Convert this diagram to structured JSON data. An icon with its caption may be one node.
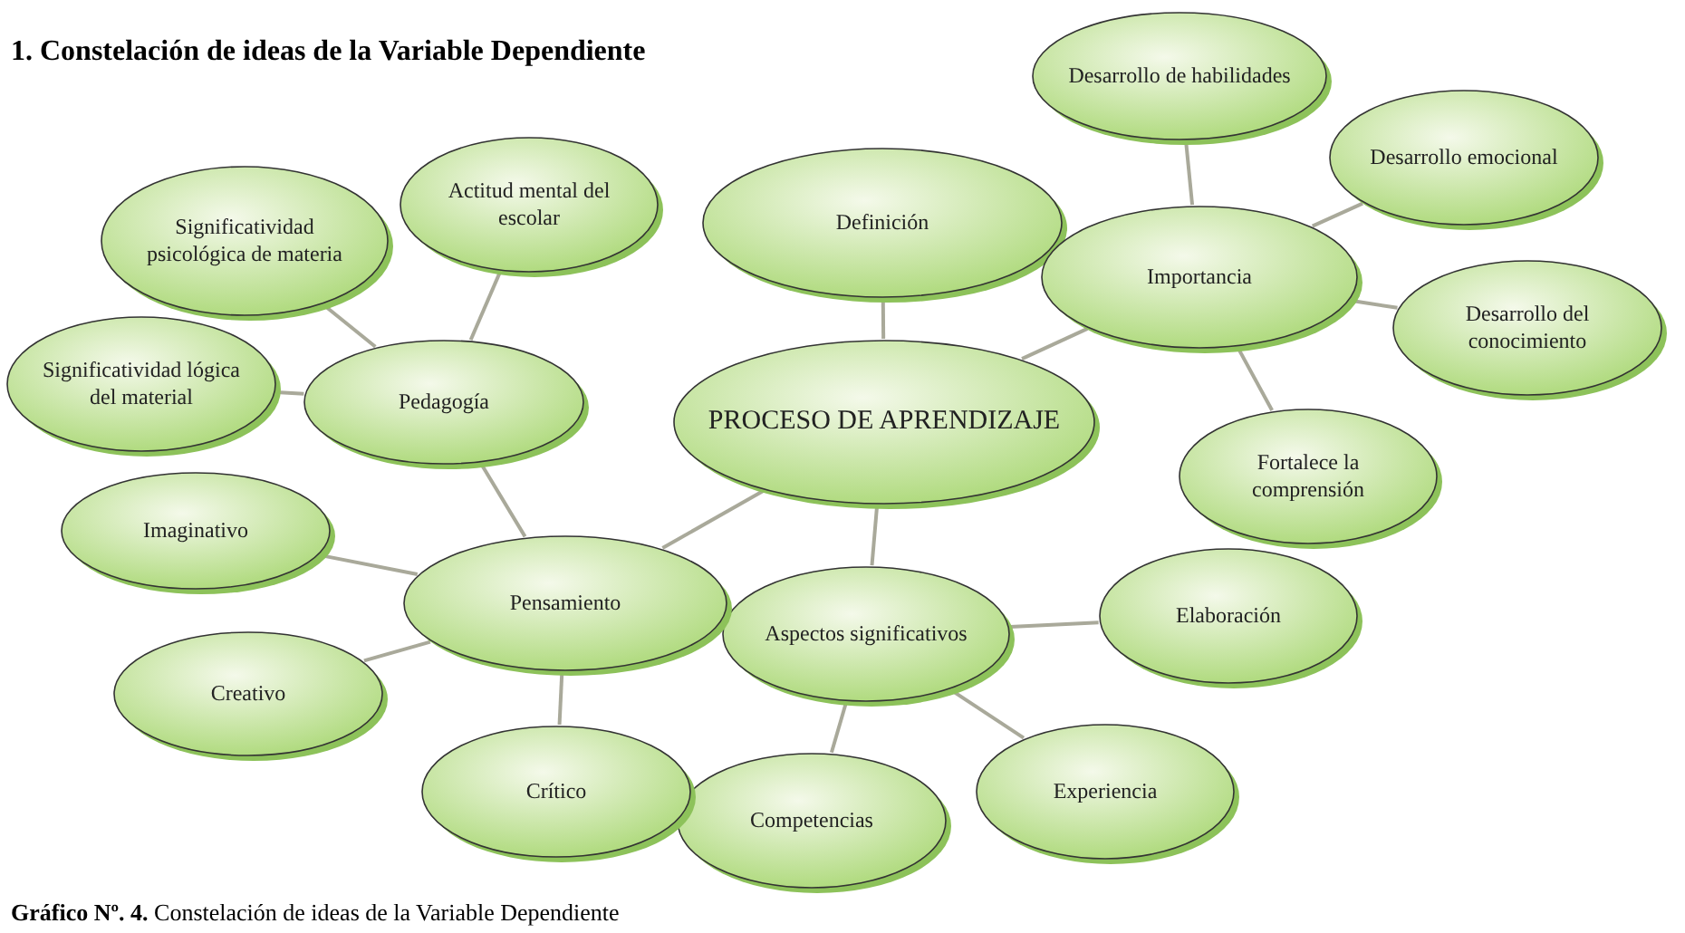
{
  "diagram": {
    "title": "1. Constelación de ideas de la Variable Dependiente",
    "caption": "**Gráfico Nº. 4.** Constelación de ideas de la Variable Dependiente",
    "nodes": [
      {
        "text": [
          "PROCESO DE APRENDIZAJE"
        ]
      },
      {
        "text": [
          "Definición"
        ]
      },
      {
        "text": [
          "Importancia"
        ]
      },
      {
        "text": [
          "Desarrollo de habilidades"
        ]
      },
      {
        "text": [
          "Desarrollo emocional"
        ]
      },
      {
        "text": [
          "Desarrollo del conocimiento"
        ]
      },
      {
        "text": [
          "Fortalece la comprensión"
        ]
      },
      {
        "text": [
          "Aspectos significativos"
        ]
      },
      {
        "text": [
          "Elaboración"
        ]
      },
      {
        "text": [
          "Experiencia"
        ]
      },
      {
        "text": [
          "Competencias"
        ]
      },
      {
        "text": [
          "Pensamiento"
        ]
      },
      {
        "text": [
          "Imaginativo"
        ]
      },
      {
        "text": [
          "Creativo"
        ]
      },
      {
        "text": [
          "Crítico"
        ]
      },
      {
        "text": [
          "Pedagogía"
        ]
      },
      {
        "text": [
          "Significatividad lógica del material"
        ]
      },
      {
        "text": [
          "Significatividad psicológica de materia"
        ]
      },
      {
        "text": [
          "Actitud mental del escolar"
        ]
      }
    ],
    "edges": [
      {
        "from": 0,
        "to": 1,
        "arrow": "none"
      },
      {
        "from": 0,
        "to": 2,
        "arrow": "none"
      },
      {
        "from": 2,
        "to": 3,
        "arrow": "none"
      },
      {
        "from": 2,
        "to": 4,
        "arrow": "none"
      },
      {
        "from": 2,
        "to": 5,
        "arrow": "none"
      },
      {
        "from": 2,
        "to": 6,
        "arrow": "none"
      },
      {
        "from": 0,
        "to": 7,
        "arrow": "none"
      },
      {
        "from": 7,
        "to": 8,
        "arrow": "none"
      },
      {
        "from": 7,
        "to": 9,
        "arrow": "none"
      },
      {
        "from": 7,
        "to": 10,
        "arrow": "none"
      },
      {
        "from": 0,
        "to": 11,
        "arrow": "none"
      },
      {
        "from": 11,
        "to": 12,
        "arrow": "none"
      },
      {
        "from": 11,
        "to": 13,
        "arrow": "none"
      },
      {
        "from": 11,
        "to": 14,
        "arrow": "none"
      },
      {
        "from": 11,
        "to": 15,
        "arrow": "none"
      },
      {
        "from": 15,
        "to": 16,
        "arrow": "none"
      },
      {
        "from": 15,
        "to": 17,
        "arrow": "none"
      },
      {
        "from": 15,
        "to": 18,
        "arrow": "none"
      }
    ]
  }
}
